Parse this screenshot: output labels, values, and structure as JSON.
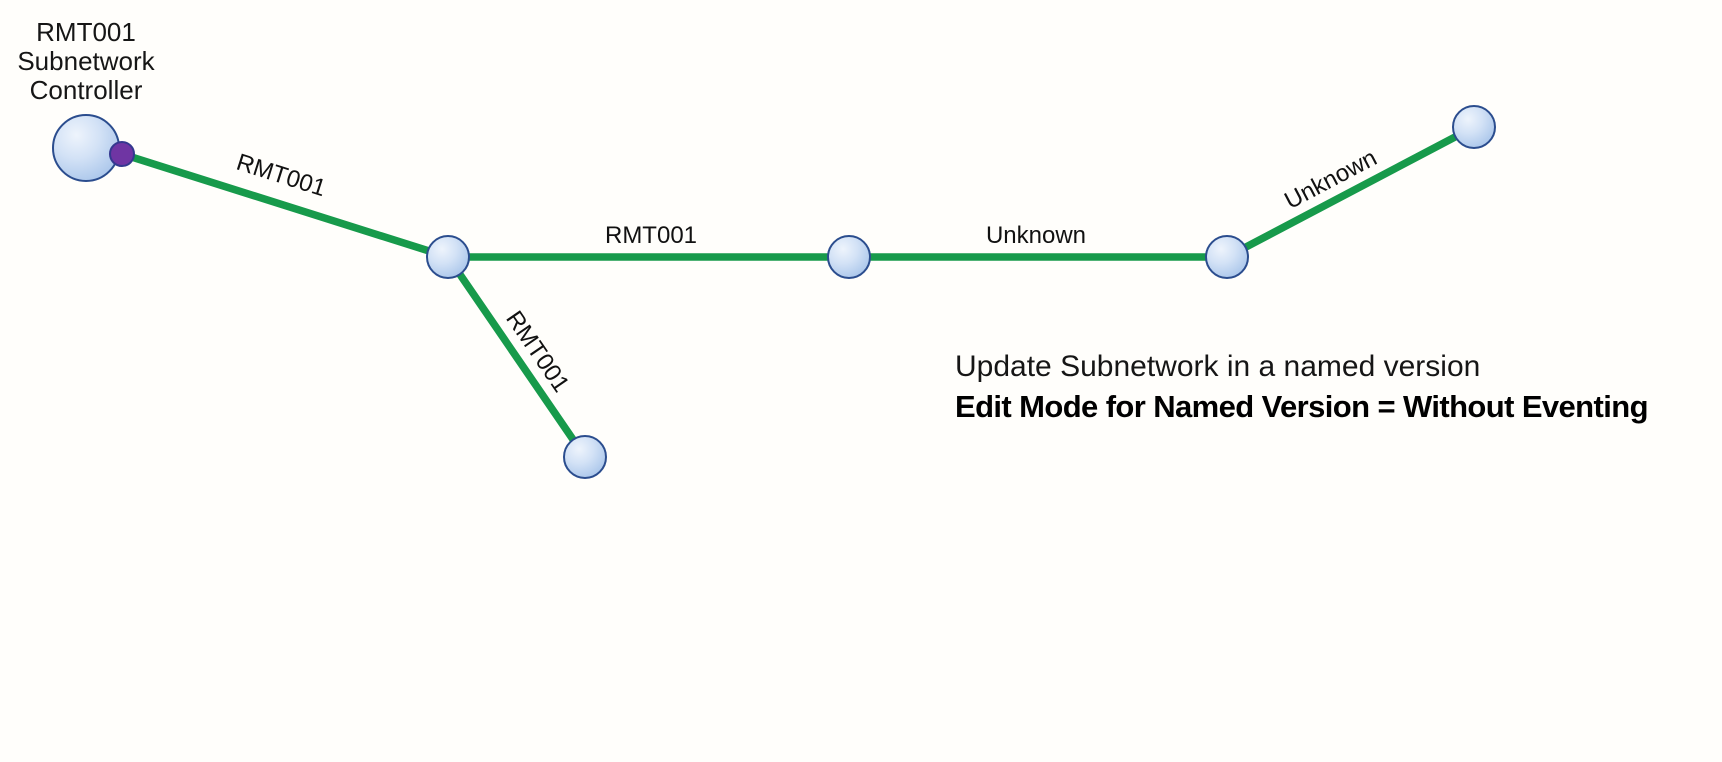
{
  "diagram": {
    "controller_caption": "RMT001\nSubnetwork\nController",
    "nodes": [
      {
        "id": "subnetwork-controller",
        "type": "controller-device",
        "has_terminal_dot": true
      },
      {
        "id": "junction-1",
        "type": "junction"
      },
      {
        "id": "junction-2",
        "type": "junction"
      },
      {
        "id": "junction-3",
        "type": "junction"
      },
      {
        "id": "endpoint-upper-right",
        "type": "end-device"
      },
      {
        "id": "endpoint-lower",
        "type": "end-device"
      }
    ],
    "edges": [
      {
        "from": "subnetwork-controller",
        "to": "junction-1",
        "label": "RMT001"
      },
      {
        "from": "junction-1",
        "to": "junction-2",
        "label": "RMT001"
      },
      {
        "from": "junction-2",
        "to": "junction-3",
        "label": "Unknown"
      },
      {
        "from": "junction-3",
        "to": "endpoint-upper-right",
        "label": "Unknown"
      },
      {
        "from": "junction-1",
        "to": "endpoint-lower",
        "label": "RMT001"
      }
    ],
    "colors": {
      "edge_green": "#179A4B",
      "node_fill_light": "#D3E2F6",
      "node_fill_dark": "#9FBDE7",
      "node_border": "#2B4D8E",
      "terminal_purple": "#6F35A3",
      "text": "#161616"
    }
  },
  "caption": {
    "line1": "Update Subnetwork in a named version",
    "line2": "Edit Mode for Named Version = Without Eventing"
  }
}
